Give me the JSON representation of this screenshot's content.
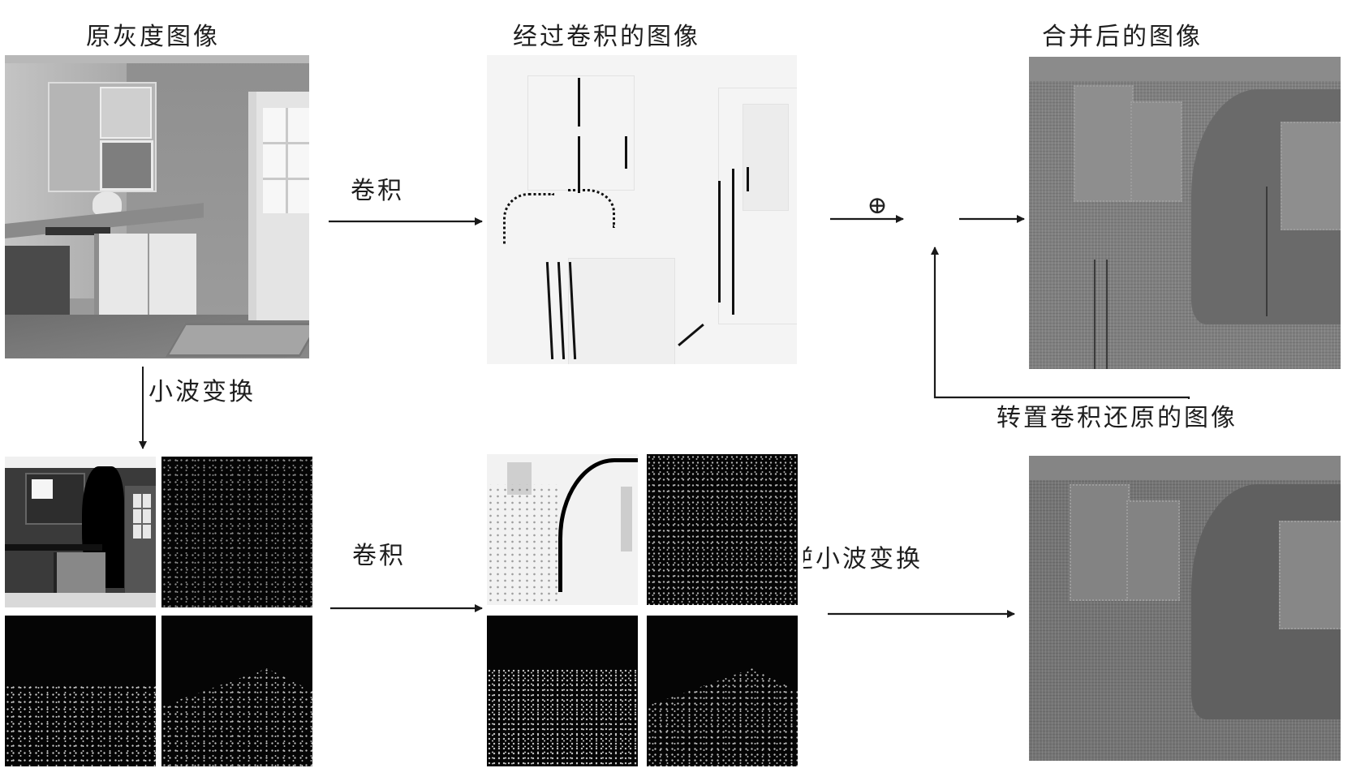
{
  "diagram": {
    "title_original": "原灰度图像",
    "title_convolved": "经过卷积的图像",
    "title_merged": "合并后的图像",
    "title_restored": "转置卷积还原的图像",
    "edge_convolution_top": "卷积",
    "edge_wavelet_transform": "小波变换",
    "edge_convolution_bottom": "卷积",
    "edge_inverse_wavelet": "逆小波变换",
    "merge_symbol": "⊕"
  },
  "nodes": [
    {
      "id": "original",
      "label": "原灰度图像",
      "kind": "grayscale-image"
    },
    {
      "id": "convolved",
      "label": "经过卷积的图像",
      "kind": "image"
    },
    {
      "id": "merge",
      "label": "⊕",
      "kind": "operator"
    },
    {
      "id": "merged",
      "label": "合并后的图像",
      "kind": "image"
    },
    {
      "id": "wavelet",
      "label": "",
      "kind": "2x2-subband-grid"
    },
    {
      "id": "wavelet_conv",
      "label": "",
      "kind": "2x2-subband-grid"
    },
    {
      "id": "restored",
      "label": "转置卷积还原的图像",
      "kind": "image"
    }
  ],
  "edges": [
    {
      "from": "original",
      "to": "convolved",
      "label": "卷积"
    },
    {
      "from": "convolved",
      "to": "merge",
      "label": ""
    },
    {
      "from": "merge",
      "to": "merged",
      "label": ""
    },
    {
      "from": "original",
      "to": "wavelet",
      "label": "小波变换"
    },
    {
      "from": "wavelet",
      "to": "wavelet_conv",
      "label": "卷积"
    },
    {
      "from": "wavelet_conv",
      "to": "restored",
      "label": "逆小波变换"
    },
    {
      "from": "restored",
      "to": "merge",
      "label": ""
    }
  ],
  "colors": {
    "line": "#1a1a1a",
    "background": "#ffffff"
  }
}
